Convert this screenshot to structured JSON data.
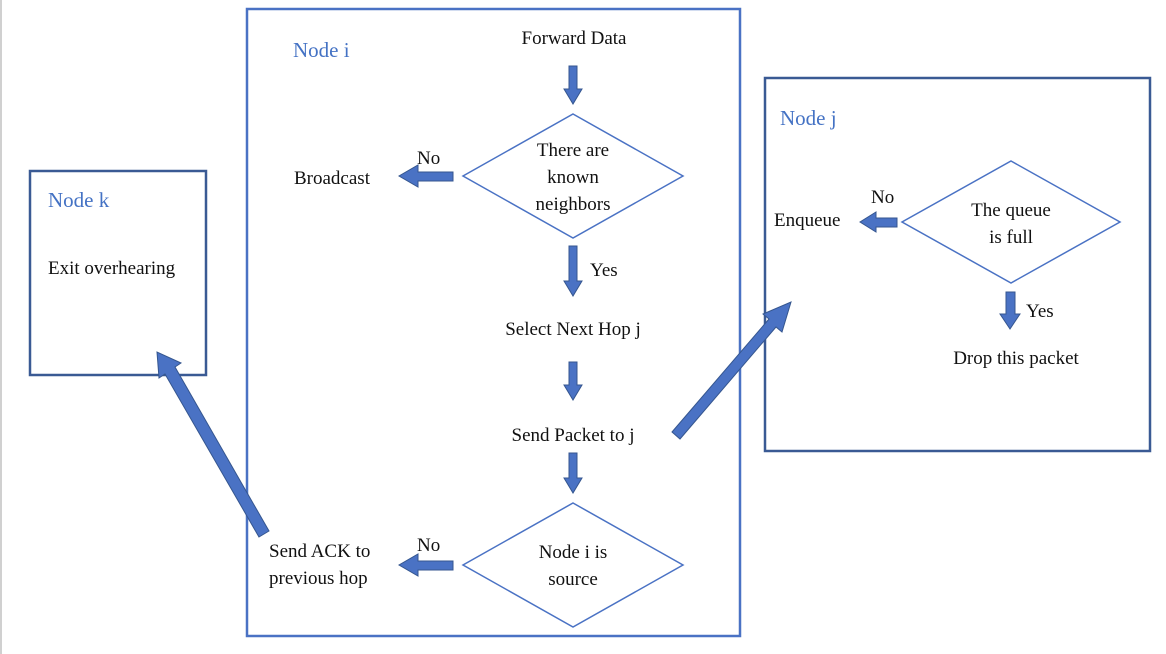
{
  "colors": {
    "box_border": "#4a72c4",
    "title_text": "#4472c4",
    "arrow_fill": "#4a72c4",
    "text": "#111111",
    "left_edge_line": "#d0d0d0"
  },
  "node_i": {
    "title": "Node i",
    "forward_data": "Forward Data",
    "decision_neighbors": [
      "There are",
      "known",
      "neighbors"
    ],
    "no_label_top": "No",
    "broadcast": "Broadcast",
    "yes_label": "Yes",
    "select_next_hop": "Select Next Hop j",
    "send_packet": "Send Packet to j",
    "decision_source": [
      "Node i is",
      "source"
    ],
    "no_label_bottom": "No",
    "send_ack": [
      "Send ACK to",
      "previous hop"
    ]
  },
  "node_j": {
    "title": "Node j",
    "decision_queue": [
      "The queue",
      "is full"
    ],
    "no_label": "No",
    "enqueue": "Enqueue",
    "yes_label": "Yes",
    "drop_packet": "Drop this packet"
  },
  "node_k": {
    "title": "Node k",
    "exit_overhearing": "Exit overhearing"
  }
}
